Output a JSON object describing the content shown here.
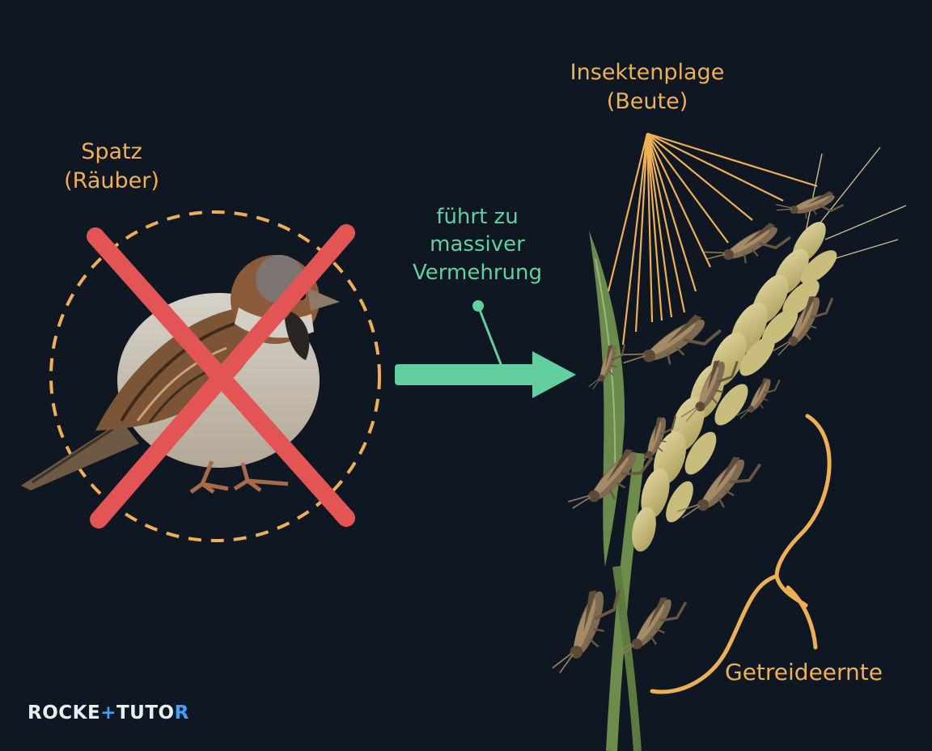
{
  "predator": {
    "name": "Spatz",
    "role": "(Räuber)"
  },
  "effect": {
    "line1": "führt zu",
    "line2": "massiver",
    "line3": "Vermehrung"
  },
  "prey": {
    "name": "Insektenplage",
    "role": "(Beute)"
  },
  "harvest": {
    "label": "Getreideernte"
  },
  "logo": {
    "part1": "ROCKE",
    "mark": "+",
    "part2": "TUTO",
    "mark2": "R"
  },
  "colors": {
    "background": "#0e1722",
    "annotation": "#eeb057",
    "effect": "#63cf9f",
    "cross": "#e25554",
    "logo_accent": "#3fa2ff"
  },
  "icons": [
    "sparrow-illustration",
    "cross-icon",
    "arrow-right-icon",
    "wheat-illustration",
    "locust-illustration"
  ]
}
